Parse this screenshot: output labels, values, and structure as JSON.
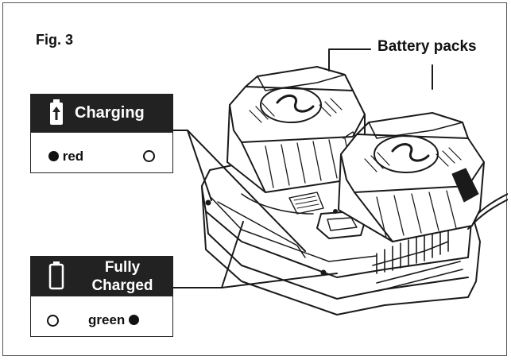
{
  "figure": {
    "title": "Fig. 3"
  },
  "callout": {
    "battery_packs": "Battery packs"
  },
  "charging_panel": {
    "title": "Charging",
    "icon": "battery-charging-icon",
    "led_on_label": "red"
  },
  "fully_charged_panel": {
    "title_line1": "Fully",
    "title_line2": "Charged",
    "icon": "battery-full-icon",
    "led_on_label": "green"
  },
  "colors": {
    "ink": "#222222",
    "panel_header": "#222222",
    "background": "#ffffff"
  }
}
